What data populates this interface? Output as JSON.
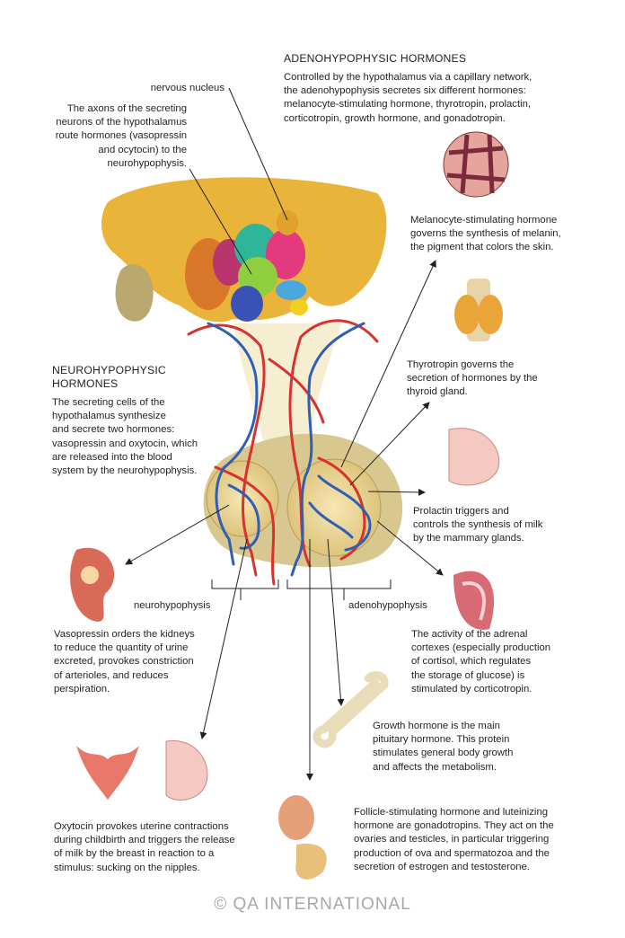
{
  "title": "ADENOHYPOPHYSIC HORMONES",
  "adeno_intro": "Controlled by the hypothalamus via a capillary network,\nthe adenohypophysis secretes six different hormones:\nmelanocyte-stimulating hormone, thyrotropin, prolactin,\ncorticotropin, growth hormone, and gonadotropin.",
  "nervous_nucleus": "nervous nucleus",
  "axons": "The axons of the secreting\nneurons of the hypothalamus\nroute hormones (vasopressin\nand ocytocin) to the\nneurohypophysis.",
  "neuro_heading": "NEUROHYPOPHYSIC\nHORMONES",
  "neuro_intro": "The secreting cells of the\nhypothalamus synthesize\nand secrete two hormones:\nvasopressin and oxytocin, which\nare released into the blood\nsystem by the neurohypophysis.",
  "labels": {
    "neurohypophysis": "neurohypophysis",
    "adenohypophysis": "adenohypophysis"
  },
  "melanocyte": "Melanocyte-stimulating hormone\ngoverns the synthesis of melanin,\nthe pigment that colors the skin.",
  "thyrotropin": "Thyrotropin governs the\nsecretion of hormones by the\nthyroid gland.",
  "prolactin": "Prolactin triggers and\ncontrols the synthesis of milk\nby the mammary glands.",
  "adrenal": "The activity of the adrenal\ncortexes (especially production\nof cortisol, which regulates\nthe storage of glucose) is\nstimulated by corticotropin.",
  "vasopressin": "Vasopressin orders the kidneys\nto reduce the quantity of urine\nexcreted, provokes constriction\nof arterioles, and reduces\nperspiration.",
  "growth": "Growth hormone is the main\npituitary hormone. This protein\nstimulates general body growth\nand affects the metabolism.",
  "oxytocin": "Oxytocin provokes uterine contractions\nduring childbirth and triggers the release\nof milk by the breast in reaction to a\nstimulus: sucking on the nipples.",
  "gonadotropin": "Follicle-stimulating hormone and luteinizing\nhormone are gonadotropins. They act on the\novaries and testicles, in particular triggering\nproduction of ova and spermatozoa and the\nsecretion of estrogen and testosterone.",
  "credit": "QA INTERNATIONAL",
  "colors": {
    "hypothalamus": "#e8b53a",
    "artery": "#d8322f",
    "vein": "#2f5fb3",
    "gland": "#e5cf8f"
  }
}
